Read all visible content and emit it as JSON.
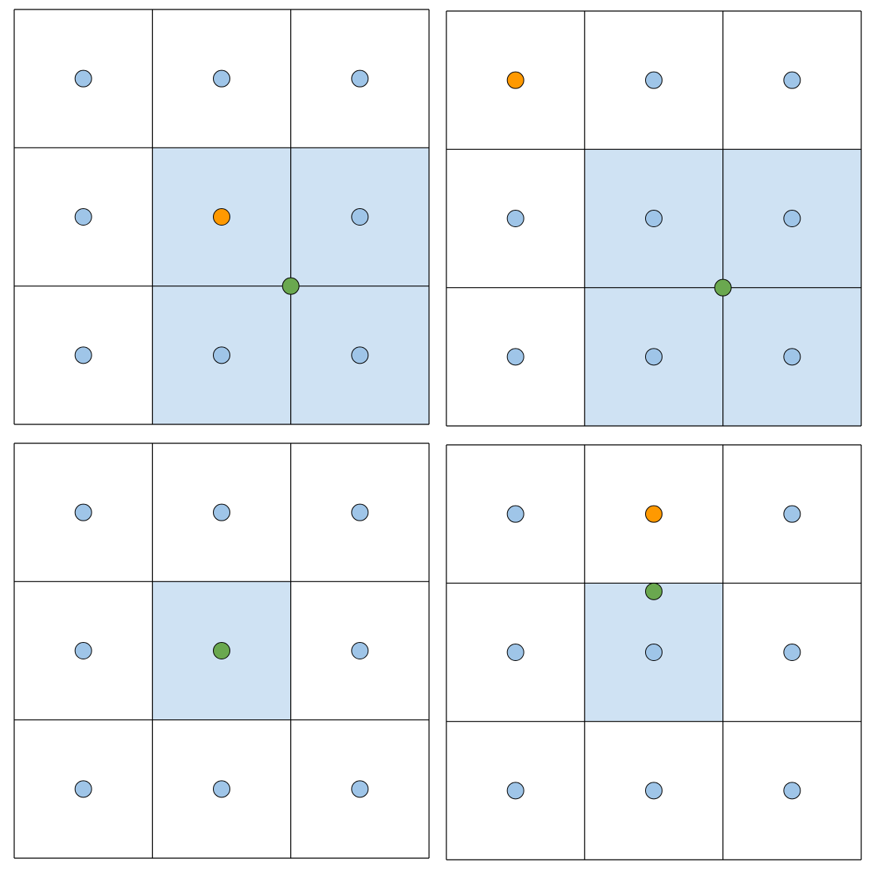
{
  "colors": {
    "grid_line": "#000000",
    "cell_background": "#ffffff",
    "highlight_fill": "#cfe2f3",
    "cell_point_fill": "#9fc5e8",
    "query_point_fill": "#ff9900",
    "sample_point_fill": "#6aa84f",
    "point_stroke": "#000000"
  },
  "diagram": {
    "panels": [
      {
        "id": "panel-1",
        "grid": {
          "rows": 3,
          "cols": 3
        },
        "highlighted_cells": [
          [
            1,
            1
          ],
          [
            1,
            2
          ],
          [
            2,
            1
          ],
          [
            2,
            2
          ]
        ],
        "query_cell": [
          1,
          1
        ],
        "sample_point": {
          "row": 2,
          "col": 2,
          "placement": "shared-corner"
        }
      },
      {
        "id": "panel-2",
        "grid": {
          "rows": 3,
          "cols": 3
        },
        "highlighted_cells": [
          [
            1,
            1
          ],
          [
            1,
            2
          ],
          [
            2,
            1
          ],
          [
            2,
            2
          ]
        ],
        "query_cell": [
          0,
          0
        ],
        "sample_point": {
          "row": 2,
          "col": 2,
          "placement": "shared-corner"
        }
      },
      {
        "id": "panel-3",
        "grid": {
          "rows": 3,
          "cols": 3
        },
        "highlighted_cells": [
          [
            1,
            1
          ]
        ],
        "query_cell": null,
        "sample_point": {
          "row": 1,
          "col": 1,
          "placement": "cell-center"
        }
      },
      {
        "id": "panel-4",
        "grid": {
          "rows": 3,
          "cols": 3
        },
        "highlighted_cells": [
          [
            1,
            1
          ]
        ],
        "query_cell": [
          0,
          1
        ],
        "sample_point": {
          "row": 1,
          "col": 1,
          "placement": "top-edge-center"
        }
      }
    ]
  }
}
